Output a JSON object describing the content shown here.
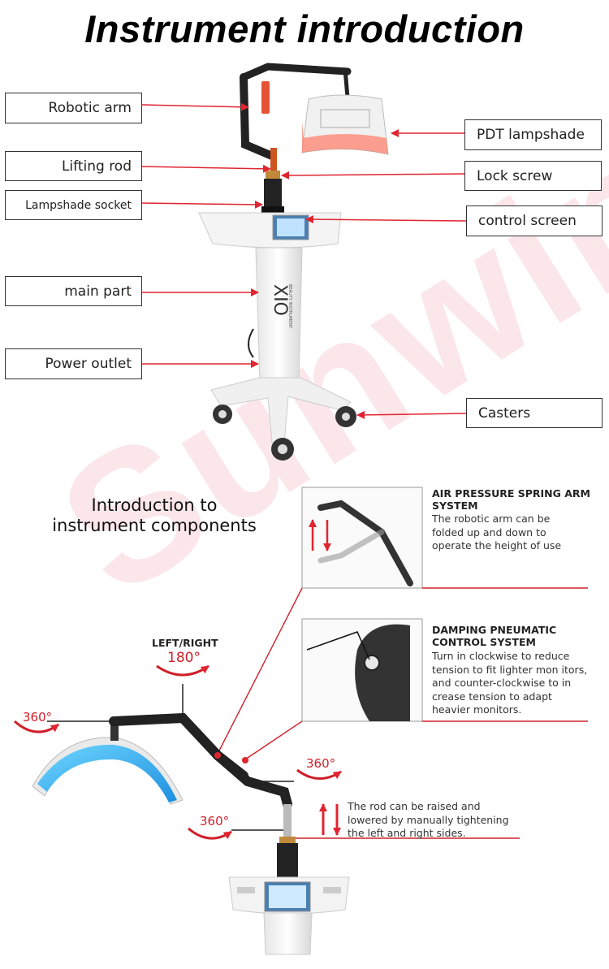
{
  "title": "Instrument introduction",
  "watermark": "Sunwin",
  "labels_left": [
    {
      "id": "robotic-arm",
      "text": "Robotic arm"
    },
    {
      "id": "lifting-rod",
      "text": "Lifting rod"
    },
    {
      "id": "lampshade-socket",
      "text": "Lampshade socket"
    },
    {
      "id": "main-part",
      "text": "main part"
    },
    {
      "id": "power-outlet",
      "text": "Power outlet"
    }
  ],
  "labels_right": [
    {
      "id": "pdt-lampshade",
      "text": "PDT lampshade"
    },
    {
      "id": "lock-screw",
      "text": "Lock screw"
    },
    {
      "id": "control-screen",
      "text": "control screen"
    },
    {
      "id": "casters",
      "text": "Casters"
    }
  ],
  "device_branding": {
    "logo": "XIO",
    "sub": "BEAUTY INSTRUMENT"
  },
  "section_title_line1": "Introduction to",
  "section_title_line2": "instrument components",
  "features": [
    {
      "head1": "AIR PRESSURE SPRING ARM",
      "head2": "SYSTEM",
      "body": [
        "The robotic arm can be",
        "folded up and down to",
        "operate the height of use"
      ]
    },
    {
      "head1": "DAMPING PNEUMATIC",
      "head2": "CONTROL SYSTEM",
      "body": [
        "Turn in clockwise to reduce",
        "tension to fit lighter mon itors,",
        "and counter-clockwise to in",
        "crease tension to adapt",
        "heavier monitors."
      ]
    }
  ],
  "rotation": {
    "left_right": "LEFT/RIGHT",
    "deg180": "180°",
    "deg360_a": "360°",
    "deg360_b": "360°",
    "deg360_c": "360°"
  },
  "rod_text": [
    "The rod can be raised and",
    "lowered by manually tightening",
    "the left and right sides."
  ],
  "colors": {
    "accent_red": "#d0202a",
    "watermark_pink": "#ec8ca0",
    "lamp_blue": "#38b8f0",
    "lamp_red": "#ff6a55"
  }
}
